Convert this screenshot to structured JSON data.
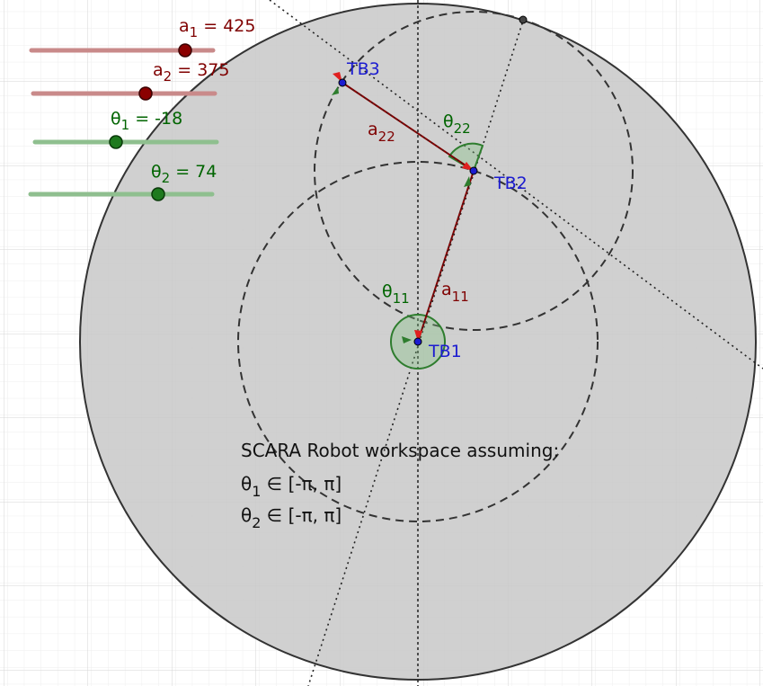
{
  "sliders": [
    {
      "id": "a1",
      "symbol": "a",
      "subscript": "1",
      "value_text": "425",
      "value": 425,
      "min": 0,
      "max": 500,
      "color": "#7f0000",
      "track_color": "#c98a8a"
    },
    {
      "id": "a2",
      "symbol": "a",
      "subscript": "2",
      "value_text": "375",
      "value": 375,
      "min": 0,
      "max": 800,
      "color": "#7f0000",
      "track_color": "#c98a8a"
    },
    {
      "id": "theta1",
      "symbol": "θ",
      "subscript": "1",
      "value_text": "-18",
      "value": -18,
      "min": -180,
      "max": 180,
      "color": "#006400",
      "track_color": "#8fbf8f"
    },
    {
      "id": "theta2",
      "symbol": "θ",
      "subscript": "2",
      "value_text": "74",
      "value": 74,
      "min": -180,
      "max": 180,
      "color": "#006400",
      "track_color": "#8fbf8f"
    }
  ],
  "points": {
    "tb1": "TB1",
    "tb2": "TB2",
    "tb3": "TB3"
  },
  "labels": {
    "a11": {
      "symbol": "a",
      "subscript": "11"
    },
    "a22": {
      "symbol": "a",
      "subscript": "22"
    },
    "theta11": {
      "symbol": "θ",
      "subscript": "11"
    },
    "theta22": {
      "symbol": "θ",
      "subscript": "22"
    }
  },
  "caption": {
    "line1": "SCARA Robot workspace assuming:",
    "line2_symbol": "θ",
    "line2_sub": "1",
    "line2_rest": " ∈ [-π, π]",
    "line3_symbol": "θ",
    "line3_sub": "2",
    "line3_rest": " ∈ [-π, π]"
  },
  "colors": {
    "workspace_fill": "#c8c8c8",
    "link_red": "#8b0000",
    "point_blue": "#1c1cd0",
    "angle_green": "#2e7d2e",
    "label_red": "#7f0000",
    "label_green": "#006400"
  }
}
